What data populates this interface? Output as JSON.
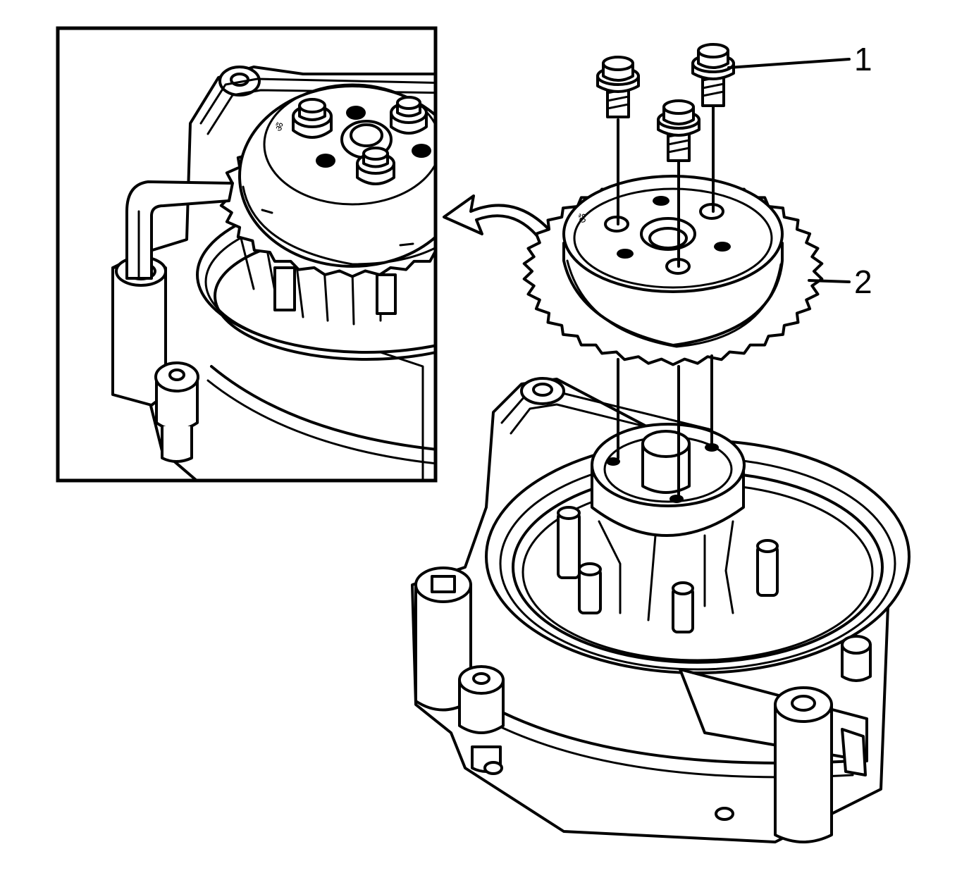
{
  "callouts": [
    {
      "id": "1",
      "label": "1"
    },
    {
      "id": "2",
      "label": "2"
    }
  ],
  "sprocket_mark": "ॐ"
}
